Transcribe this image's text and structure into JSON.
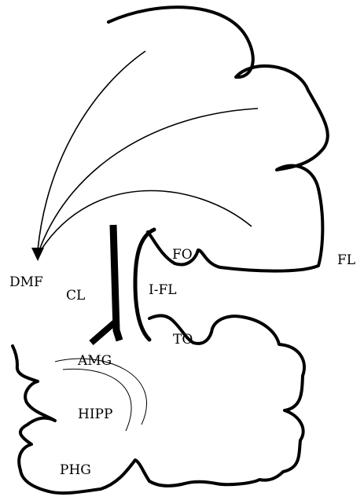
{
  "diagram": {
    "labels": {
      "dmf": "DMF",
      "cl": "CL",
      "fo": "FO",
      "i_fl": "I-FL",
      "to": "TO",
      "fl": "FL",
      "amg": "AMG",
      "hipp": "HIPP",
      "phg": "PHG"
    },
    "line_color": "#000000",
    "background": "#ffffff"
  }
}
